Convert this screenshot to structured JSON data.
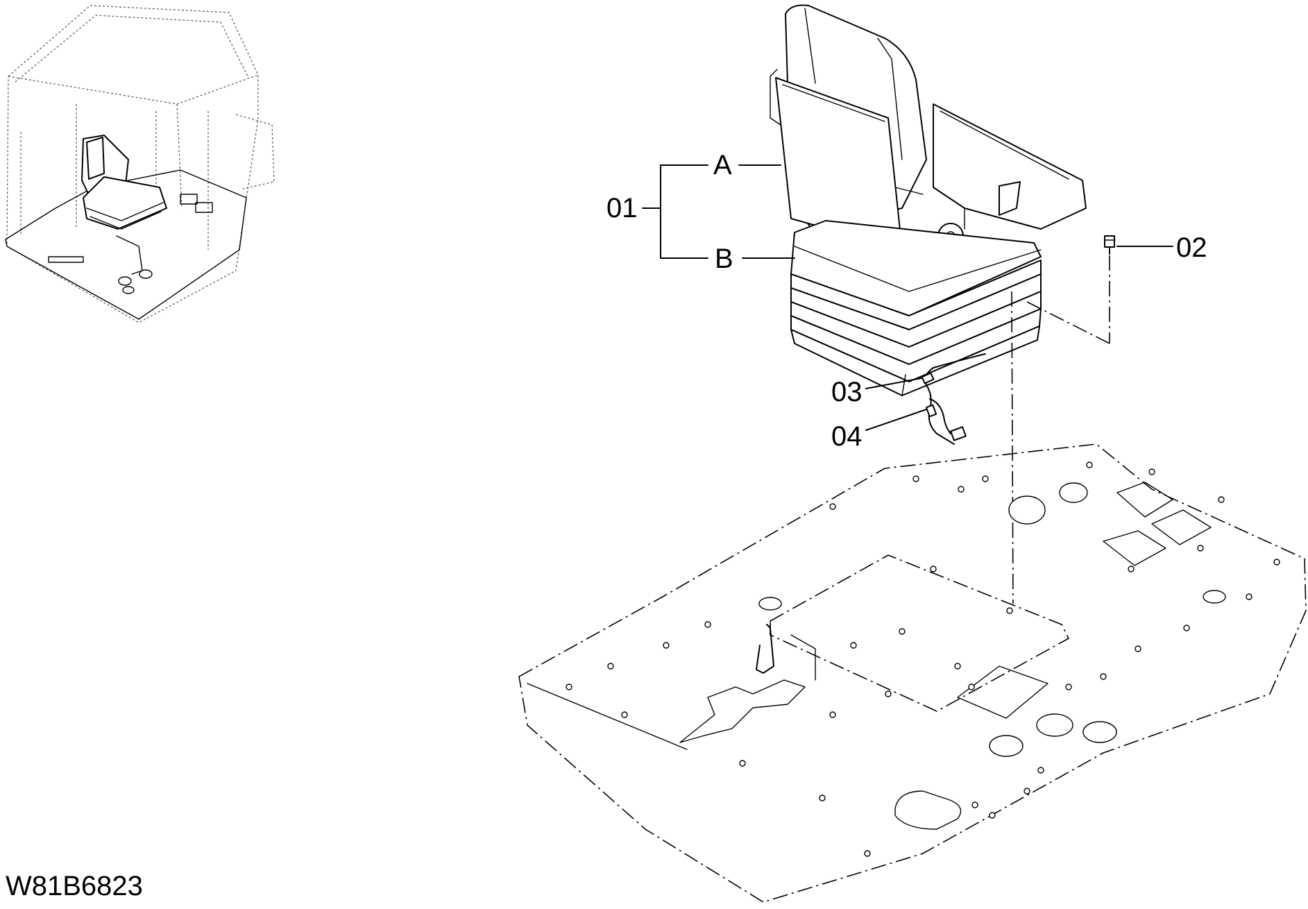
{
  "drawing_number": "W81B6823",
  "callouts": {
    "p01": "01",
    "pA": "A",
    "pB": "B",
    "p02": "02",
    "p03": "03",
    "p04": "04"
  }
}
